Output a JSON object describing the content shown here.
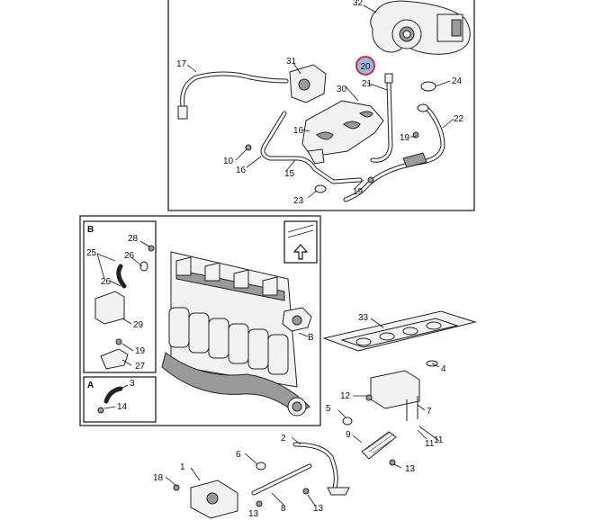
{
  "diagram": {
    "callouts": {
      "c32": "32",
      "c17": "17",
      "c31": "31",
      "c30": "30",
      "c21": "21",
      "c24": "24",
      "c22": "22",
      "c16a": "16",
      "c16b": "16",
      "c10": "10",
      "c15": "15",
      "c19a": "19",
      "c19b": "19",
      "c23": "23",
      "c20": "20",
      "b_label": "B",
      "c28": "28",
      "c25": "25",
      "c26a": "26",
      "c26b": "26",
      "c29": "29",
      "c19c": "19",
      "c27": "27",
      "a_label": "A",
      "c3": "3",
      "c14": "14",
      "engine_b": "B",
      "c33": "33",
      "c4": "4",
      "c12": "12",
      "c7": "7",
      "c5": "5",
      "c11a": "11",
      "c11b": "11",
      "c2": "2",
      "c9": "9",
      "c6": "6",
      "c13a": "13",
      "c13b": "13",
      "c18": "18",
      "c1": "1",
      "c8": "8",
      "c13c": "13"
    },
    "highlighted_callout": "20",
    "accent_color": "#c0334a",
    "highlight_fill": "#9fb7d8",
    "icons": [
      "arrow-up-icon",
      "front-orientation-icon"
    ]
  }
}
